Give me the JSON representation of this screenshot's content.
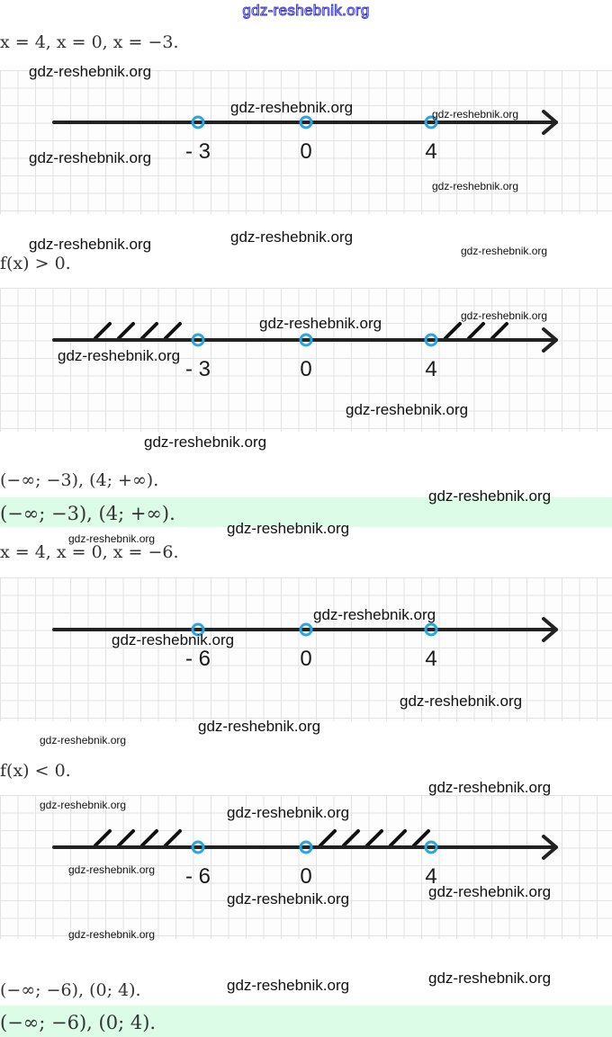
{
  "header": {
    "watermark": "gdz-reshebnik.org"
  },
  "watermark_text": "gdz-reshebnik.org",
  "colors": {
    "answer_highlight": "#dcfce8",
    "point_circle": "#2aa7e0",
    "axis": "#222222",
    "header_watermark": "#3a3ad0"
  },
  "part1": {
    "roots_line": "x = 4,  x = 0,  x = −3.",
    "condition": "f(x)  >  0.",
    "solution_line": "(−∞; −3), (4; +∞).",
    "answer": "(−∞; −3), (4; +∞)."
  },
  "part2": {
    "roots_line": "x = 4,  x = 0,  x = −6.",
    "condition": "f(x)  <  0.",
    "solution_line": "(−∞; −6), (0; 4).",
    "answer": "(−∞; −6), (0; 4)."
  },
  "chart_data": [
    {
      "type": "number-line",
      "title": "Roots",
      "points": [
        {
          "value": -3,
          "label": "- 3",
          "open": true
        },
        {
          "value": 0,
          "label": "0",
          "open": true
        },
        {
          "value": 4,
          "label": "4",
          "open": true
        }
      ],
      "shaded": []
    },
    {
      "type": "number-line",
      "title": "f(x) > 0",
      "points": [
        {
          "value": -3,
          "label": "- 3",
          "open": true
        },
        {
          "value": 0,
          "label": "0",
          "open": true
        },
        {
          "value": 4,
          "label": "4",
          "open": true
        }
      ],
      "shaded": [
        {
          "from": "-inf",
          "to": -3
        },
        {
          "from": 4,
          "to": "+inf"
        }
      ]
    },
    {
      "type": "number-line",
      "title": "Roots",
      "points": [
        {
          "value": -6,
          "label": "- 6",
          "open": true
        },
        {
          "value": 0,
          "label": "0",
          "open": true
        },
        {
          "value": 4,
          "label": "4",
          "open": true
        }
      ],
      "shaded": []
    },
    {
      "type": "number-line",
      "title": "f(x) < 0",
      "points": [
        {
          "value": -6,
          "label": "- 6",
          "open": true
        },
        {
          "value": 0,
          "label": "0",
          "open": true
        },
        {
          "value": 4,
          "label": "4",
          "open": true
        }
      ],
      "shaded": [
        {
          "from": "-inf",
          "to": -6
        },
        {
          "from": 0,
          "to": 4
        }
      ]
    }
  ]
}
